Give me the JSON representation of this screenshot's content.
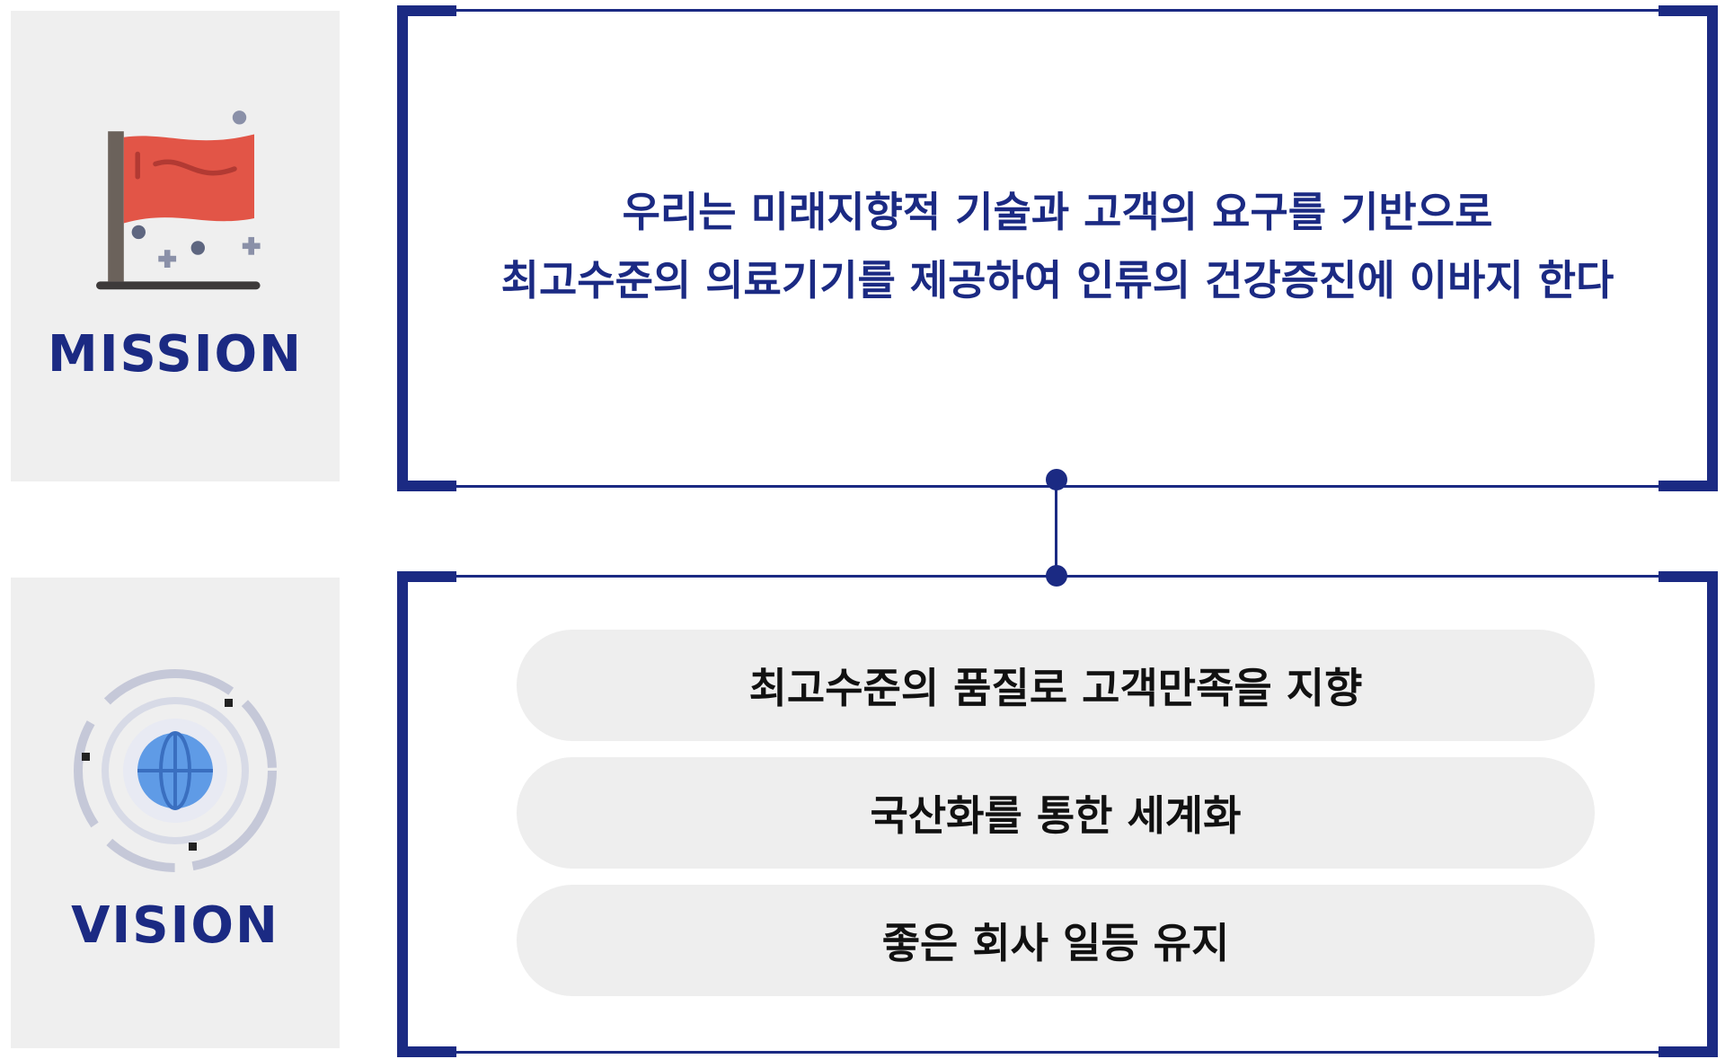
{
  "mission": {
    "title": "MISSION",
    "line1": "우리는 미래지향적 기술과 고객의 요구를 기반으로",
    "line2": "최고수준의 의료기기를 제공하여 인류의 건강증진에 이바지 한다",
    "icon": "flag-icon",
    "flag_color": "#e25547"
  },
  "vision": {
    "title": "VISION",
    "icon": "globe-icon",
    "items": [
      "최고수준의 품질로 고객만족을 지향",
      "국산화를 통한 세계화",
      "좋은 회사 일등 유지"
    ]
  },
  "colors": {
    "accent": "#1b2a83",
    "card_bg": "#efefef",
    "pill_bg": "#eeeeee"
  }
}
